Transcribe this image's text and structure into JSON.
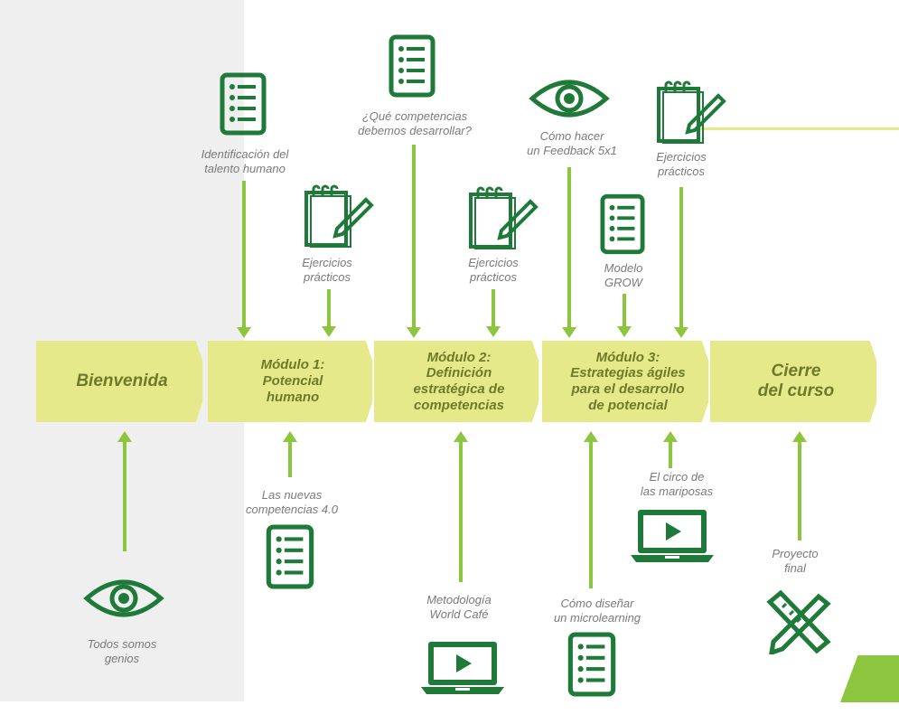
{
  "modules": {
    "welcome": {
      "text": "Bienvenida"
    },
    "m1": {
      "line1": "Módulo 1:",
      "line2": "Potencial",
      "line3": "humano"
    },
    "m2": {
      "line1": "Módulo 2:",
      "line2": "Definición",
      "line3": "estratégica de",
      "line4": "competencias"
    },
    "m3": {
      "line1": "Módulo 3:",
      "line2": "Estrategias ágiles",
      "line3": "para el desarrollo",
      "line4": "de potencial"
    },
    "close": {
      "line1": "Cierre",
      "line2": "del curso"
    }
  },
  "resources": {
    "todos_somos_genios": {
      "line1": "Todos somos",
      "line2": "genios"
    },
    "identificacion": {
      "line1": "Identificación del",
      "line2": "talento humano"
    },
    "ejercicios1": {
      "line1": "Ejercicios",
      "line2": "prácticos"
    },
    "nuevas_competencias": {
      "line1": "Las nuevas",
      "line2": "competencias 4.0"
    },
    "que_competencias": {
      "line1": "¿Qué competencias",
      "line2": "debemos desarrollar?"
    },
    "ejercicios2": {
      "line1": "Ejercicios",
      "line2": "prácticos"
    },
    "world_cafe": {
      "line1": "Metodología",
      "line2": "World Café"
    },
    "feedback": {
      "line1": "Cómo hacer",
      "line2": "un Feedback 5x1"
    },
    "ejercicios3": {
      "line1": "Ejercicios",
      "line2": "prácticos"
    },
    "grow": {
      "line1": "Modelo",
      "line2": "GROW"
    },
    "microlearning": {
      "line1": "Cómo diseñar",
      "line2": "un microlearning"
    },
    "mariposas": {
      "line1": "El circo de",
      "line2": "las mariposas"
    },
    "proyecto": {
      "line1": "Proyecto",
      "line2": "final"
    }
  },
  "colors": {
    "green_dark": "#1f7a3a",
    "green_arrow": "#8cc63f",
    "module_fill": "#e6e98a",
    "module_text": "#6e7a2a",
    "label_text": "#7a7a7a"
  },
  "icons": [
    "eye-icon",
    "document-list-icon",
    "notepad-pencil-icon",
    "laptop-play-icon",
    "ruler-pencil-icon"
  ]
}
